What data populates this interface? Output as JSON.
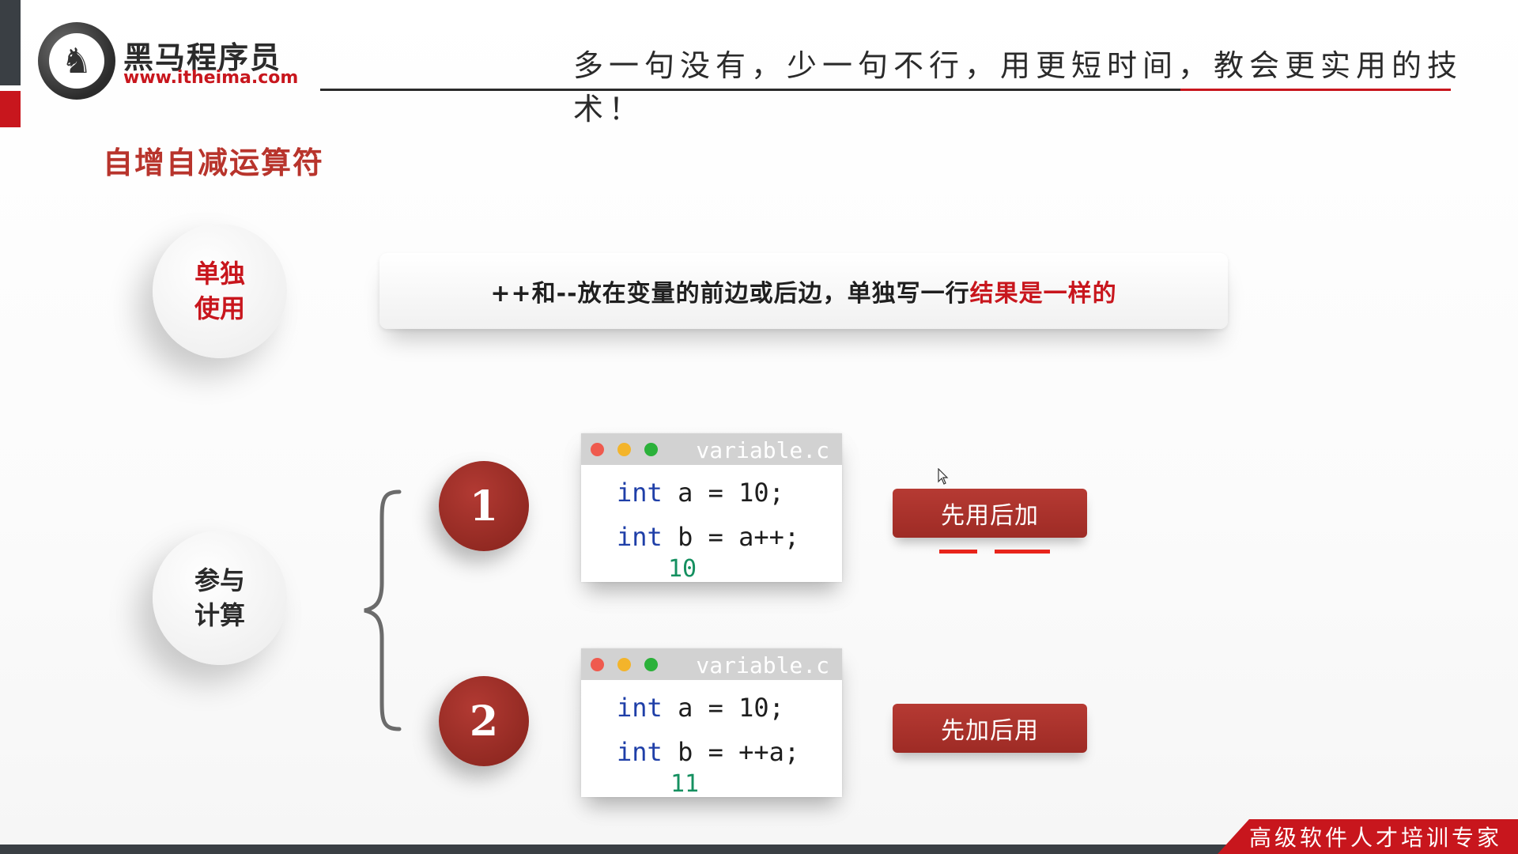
{
  "header": {
    "logo_name": "黑马程序员",
    "logo_url": "www.itheima.com",
    "slogan": "多一句没有，少一句不行，用更短时间，教会更实用的技术！"
  },
  "section": {
    "title": "自增自减运算符"
  },
  "standalone": {
    "label": "单独使用",
    "statement_prefix": "++和--放在变量的前边或后边，单独写一行",
    "statement_highlight": "结果是一样的"
  },
  "computation": {
    "label": "参与计算",
    "examples": [
      {
        "number": "1",
        "filename": "variable.c",
        "lines": [
          {
            "keyword": "int",
            "rest": " a = 10;"
          },
          {
            "keyword": "int",
            "rest": " b = a++;"
          }
        ],
        "result": "10",
        "rule": "先用后加"
      },
      {
        "number": "2",
        "filename": "variable.c",
        "lines": [
          {
            "keyword": "int",
            "rest": " a = 10;"
          },
          {
            "keyword": "int",
            "rest": " b = ++a;"
          }
        ],
        "result": "11",
        "rule": "先加后用"
      }
    ]
  },
  "footer": {
    "tagline": "高级软件人才培训专家"
  },
  "colors": {
    "brand_red": "#c8161d",
    "button_red": "#a8302a",
    "keyword_blue": "#1f3fa8",
    "result_green": "#159060"
  },
  "icons": [
    "horse-logo-icon",
    "window-close-dot-icon",
    "window-minimize-dot-icon",
    "window-maximize-dot-icon",
    "mouse-cursor-icon"
  ]
}
